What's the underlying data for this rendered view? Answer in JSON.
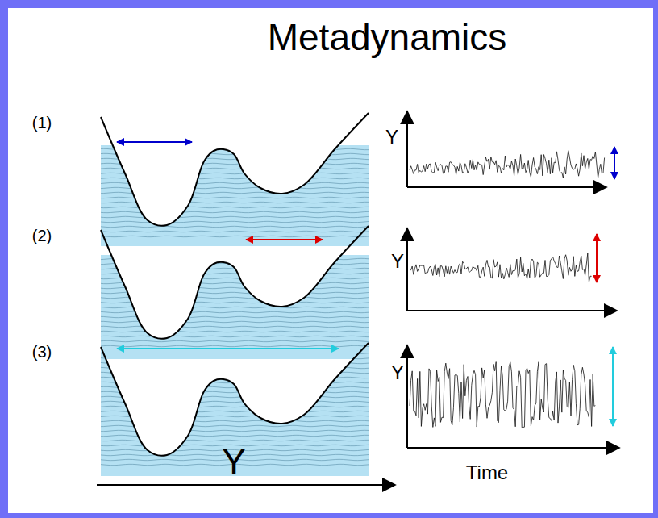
{
  "diagram": {
    "title": "Metadynamics",
    "labels": [
      "(1)",
      "Y",
      "(2)",
      "Y",
      "(3)",
      "Y",
      "Y",
      "Time"
    ]
  }
}
